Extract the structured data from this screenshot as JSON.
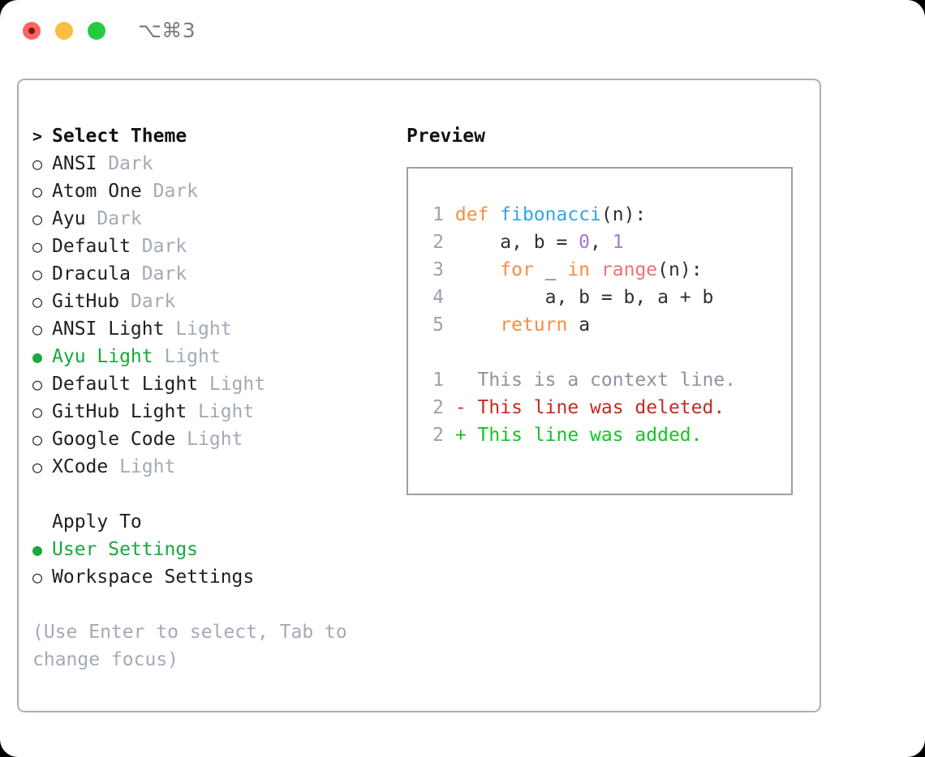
{
  "titlebar": {
    "shortcut": "⌥⌘3",
    "buttons": [
      {
        "name": "close",
        "color": "#fb6560"
      },
      {
        "name": "minimize",
        "color": "#fcbd40"
      },
      {
        "name": "zoom",
        "color": "#27c93f"
      }
    ]
  },
  "theme_list": {
    "header": "Select Theme",
    "header_prefix": ">",
    "marker_unselected": "○",
    "marker_selected": "●",
    "selected_color": "#18a83c",
    "suffix_color": "#a3aab6",
    "items": [
      {
        "label": "ANSI",
        "suffix": "Dark",
        "selected": false
      },
      {
        "label": "Atom One",
        "suffix": "Dark",
        "selected": false
      },
      {
        "label": "Ayu",
        "suffix": "Dark",
        "selected": false
      },
      {
        "label": "Default",
        "suffix": "Dark",
        "selected": false
      },
      {
        "label": "Dracula",
        "suffix": "Dark",
        "selected": false
      },
      {
        "label": "GitHub",
        "suffix": "Dark",
        "selected": false
      },
      {
        "label": "ANSI Light",
        "suffix": "Light",
        "selected": false
      },
      {
        "label": "Ayu Light",
        "suffix": "Light",
        "selected": true
      },
      {
        "label": "Default Light",
        "suffix": "Light",
        "selected": false
      },
      {
        "label": "GitHub Light",
        "suffix": "Light",
        "selected": false
      },
      {
        "label": "Google Code",
        "suffix": "Light",
        "selected": false
      },
      {
        "label": "XCode",
        "suffix": "Light",
        "selected": false
      }
    ]
  },
  "apply_to": {
    "header": "Apply To",
    "items": [
      {
        "label": "User Settings",
        "selected": true
      },
      {
        "label": "Workspace Settings",
        "selected": false
      }
    ]
  },
  "hint": "(Use Enter to select, Tab to change focus)",
  "preview": {
    "title": "Preview",
    "code_lines": [
      {
        "number": "1",
        "tokens": [
          {
            "text": " ",
            "style": "txt"
          },
          {
            "text": "def",
            "style": "kw"
          },
          {
            "text": " ",
            "style": "txt"
          },
          {
            "text": "fibonacci",
            "style": "fn"
          },
          {
            "text": "(n):",
            "style": "txt"
          }
        ]
      },
      {
        "number": "2",
        "tokens": [
          {
            "text": "     a, b = ",
            "style": "txt"
          },
          {
            "text": "0",
            "style": "num"
          },
          {
            "text": ", ",
            "style": "txt"
          },
          {
            "text": "1",
            "style": "num"
          }
        ]
      },
      {
        "number": "3",
        "tokens": [
          {
            "text": "     ",
            "style": "txt"
          },
          {
            "text": "for",
            "style": "kw"
          },
          {
            "text": " _ ",
            "style": "txt"
          },
          {
            "text": "in",
            "style": "kw"
          },
          {
            "text": " ",
            "style": "txt"
          },
          {
            "text": "range",
            "style": "call"
          },
          {
            "text": "(n):",
            "style": "txt"
          }
        ]
      },
      {
        "number": "4",
        "tokens": [
          {
            "text": "         a, b = b, a + b",
            "style": "txt"
          }
        ]
      },
      {
        "number": "5",
        "tokens": [
          {
            "text": "     ",
            "style": "txt"
          },
          {
            "text": "return",
            "style": "kw"
          },
          {
            "text": " a",
            "style": "txt"
          }
        ]
      }
    ],
    "diff_lines": [
      {
        "number": "1",
        "marker": " ",
        "text": " This is a context line.",
        "kind": "context"
      },
      {
        "number": "2",
        "marker": "-",
        "text": " This line was deleted.",
        "kind": "deleted"
      },
      {
        "number": "2",
        "marker": "+",
        "text": " This line was added.",
        "kind": "added"
      }
    ]
  },
  "colors": {
    "keyword": "#fa8d3e",
    "function": "#2fa6ec",
    "number": "#a37acc",
    "call": "#f07171",
    "text": "#2b3136",
    "line_number": "#9aa2ad",
    "diff_context": "#8d949f",
    "diff_deleted": "#c22b22",
    "diff_added": "#17c226",
    "panel_border": "#a8b0bd",
    "preview_border": "#98a1ae"
  }
}
